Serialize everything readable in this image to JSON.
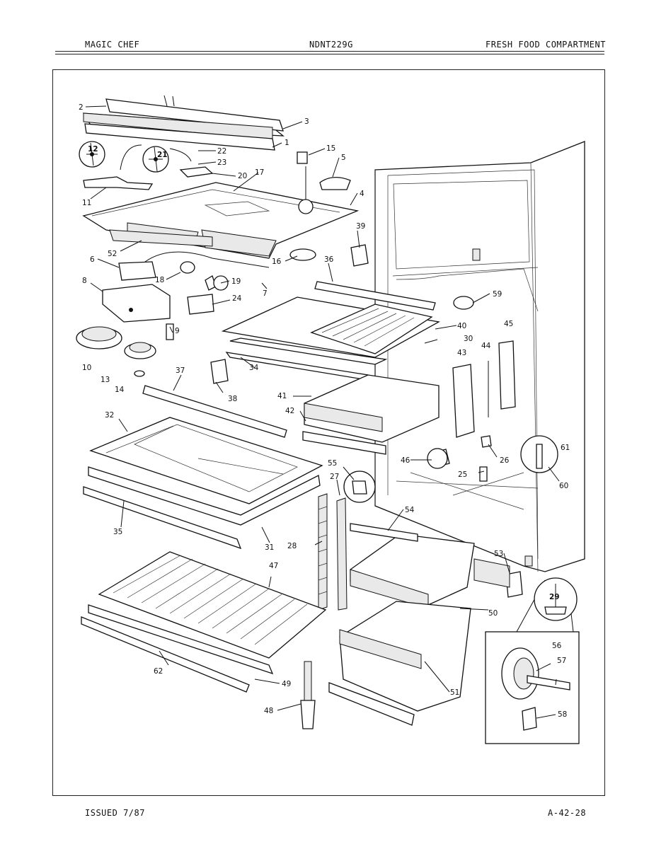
{
  "header": {
    "brand": "MAGIC CHEF",
    "model": "NDNT229G",
    "section": "FRESH FOOD COMPARTMENT"
  },
  "footer": {
    "issued": "ISSUED 7/87",
    "page_code": "A-42-28"
  },
  "callouts": [
    "1",
    "2",
    "3",
    "4",
    "5",
    "6",
    "7",
    "8",
    "9",
    "10",
    "11",
    "12",
    "13",
    "14",
    "15",
    "16",
    "17",
    "18",
    "19",
    "20",
    "21",
    "22",
    "23",
    "24",
    "25",
    "26",
    "27",
    "28",
    "29",
    "30",
    "31",
    "32",
    "34",
    "35",
    "36",
    "37",
    "38",
    "39",
    "40",
    "41",
    "42",
    "43",
    "44",
    "45",
    "46",
    "47",
    "48",
    "49",
    "50",
    "51",
    "52",
    "53",
    "54",
    "55",
    "56",
    "57",
    "58",
    "59",
    "60",
    "61",
    "62"
  ]
}
